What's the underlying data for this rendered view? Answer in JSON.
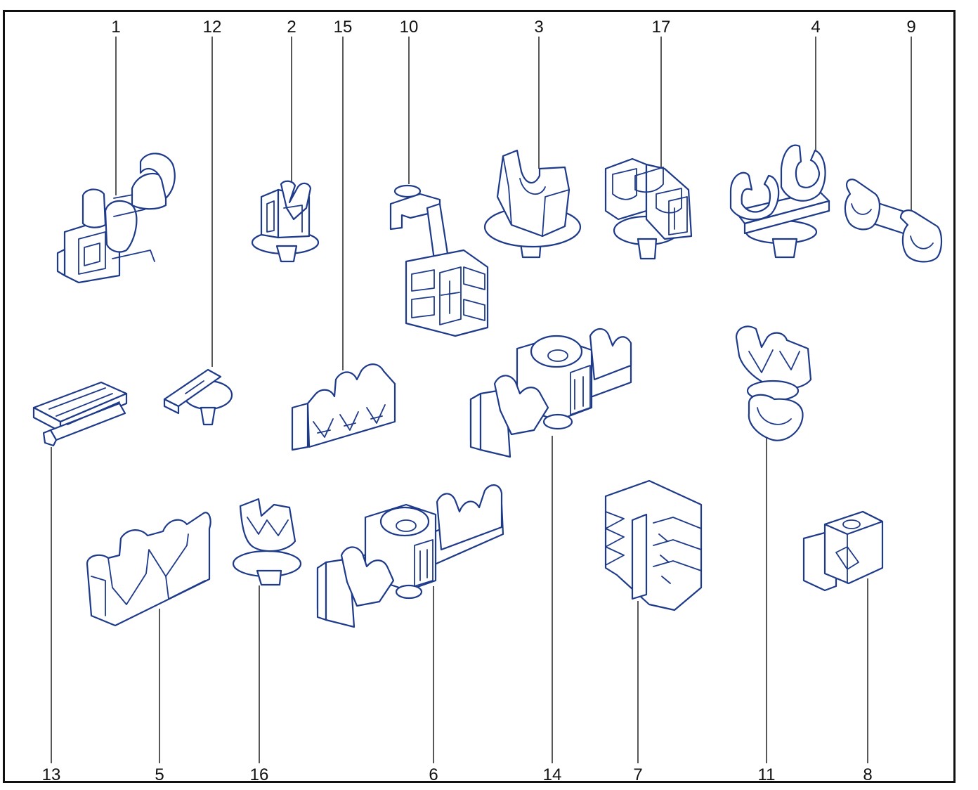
{
  "colors": {
    "line": "#1e3a8a",
    "frame": "#111111",
    "background": "#ffffff"
  },
  "callouts": {
    "c1": "1",
    "c12": "12",
    "c2": "2",
    "c15": "15",
    "c10": "10",
    "c3": "3",
    "c17": "17",
    "c4": "4",
    "c9": "9",
    "c13": "13",
    "c5": "5",
    "c16": "16",
    "c6": "6",
    "c14": "14",
    "c7": "7",
    "c11": "11",
    "c8": "8"
  },
  "parts": [
    {
      "callout": "1",
      "name": "double-pipe-clip"
    },
    {
      "callout": "2",
      "name": "push-in-pipe-clip"
    },
    {
      "callout": "3",
      "name": "single-pipe-clip-with-base"
    },
    {
      "callout": "4",
      "name": "double-pipe-clip-with-stud"
    },
    {
      "callout": "5",
      "name": "double-v-pipe-holder"
    },
    {
      "callout": "6",
      "name": "multi-pipe-holder-with-stud"
    },
    {
      "callout": "7",
      "name": "stacked-pipe-holder"
    },
    {
      "callout": "8",
      "name": "block-clip"
    },
    {
      "callout": "9",
      "name": "double-ring-clip"
    },
    {
      "callout": "10",
      "name": "bracket-pipe-holder"
    },
    {
      "callout": "11",
      "name": "stacked-ring-clip"
    },
    {
      "callout": "12",
      "name": "small-push-clip"
    },
    {
      "callout": "13",
      "name": "long-double-channel-clip"
    },
    {
      "callout": "14",
      "name": "multi-pipe-holder-with-stud-large"
    },
    {
      "callout": "15",
      "name": "triple-v-pipe-holder"
    },
    {
      "callout": "16",
      "name": "push-in-pipe-clip-small"
    },
    {
      "callout": "17",
      "name": "double-pipe-clip-with-base"
    }
  ]
}
